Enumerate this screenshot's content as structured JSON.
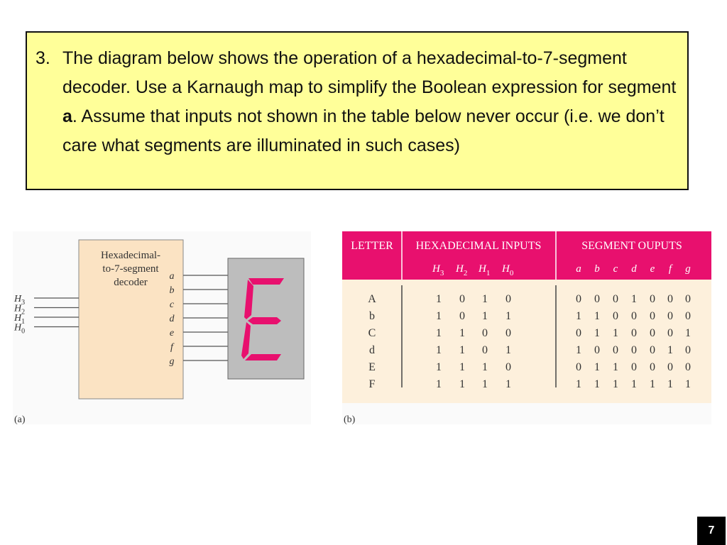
{
  "question": {
    "number": "3.",
    "text_before_bold": "The diagram below shows the operation of a hexadecimal-to-7-segment decoder. Use a Karnaugh map to simplify the Boolean expression for segment ",
    "bold_word": "a",
    "text_after_bold": ". Assume that inputs not shown in the table below never occur (i.e. we don’t care what segments are illuminated in such cases)"
  },
  "figure_a": {
    "decoder_label": [
      "Hexadecimal-",
      "to-7-segment",
      "decoder"
    ],
    "inputs": [
      {
        "letter": "H",
        "sub": "3"
      },
      {
        "letter": "H",
        "sub": "2"
      },
      {
        "letter": "H",
        "sub": "1"
      },
      {
        "letter": "H",
        "sub": "0"
      }
    ],
    "outputs": [
      "a",
      "b",
      "c",
      "d",
      "e",
      "f",
      "g"
    ],
    "display_letter": "E",
    "segment_color": "#e8106e",
    "caption": "(a)"
  },
  "figure_b": {
    "headers": {
      "letter": "LETTER",
      "inputs": "HEXADECIMAL INPUTS",
      "outputs": "SEGMENT OUPUTS"
    },
    "input_cols": [
      {
        "letter": "H",
        "sub": "3"
      },
      {
        "letter": "H",
        "sub": "2"
      },
      {
        "letter": "H",
        "sub": "1"
      },
      {
        "letter": "H",
        "sub": "0"
      }
    ],
    "output_cols": [
      "a",
      "b",
      "c",
      "d",
      "e",
      "f",
      "g"
    ],
    "rows": [
      {
        "letter": "A",
        "inputs": [
          "1",
          "0",
          "1",
          "0"
        ],
        "outputs": [
          "0",
          "0",
          "0",
          "1",
          "0",
          "0",
          "0"
        ]
      },
      {
        "letter": "b",
        "inputs": [
          "1",
          "0",
          "1",
          "1"
        ],
        "outputs": [
          "1",
          "1",
          "0",
          "0",
          "0",
          "0",
          "0"
        ]
      },
      {
        "letter": "C",
        "inputs": [
          "1",
          "1",
          "0",
          "0"
        ],
        "outputs": [
          "0",
          "1",
          "1",
          "0",
          "0",
          "0",
          "1"
        ]
      },
      {
        "letter": "d",
        "inputs": [
          "1",
          "1",
          "0",
          "1"
        ],
        "outputs": [
          "1",
          "0",
          "0",
          "0",
          "0",
          "1",
          "0"
        ]
      },
      {
        "letter": "E",
        "inputs": [
          "1",
          "1",
          "1",
          "0"
        ],
        "outputs": [
          "0",
          "1",
          "1",
          "0",
          "0",
          "0",
          "0"
        ]
      },
      {
        "letter": "F",
        "inputs": [
          "1",
          "1",
          "1",
          "1"
        ],
        "outputs": [
          "1",
          "1",
          "1",
          "1",
          "1",
          "1",
          "1"
        ]
      }
    ],
    "header_color": "#e8106e",
    "body_color": "#fdf0dc",
    "caption": "(b)"
  },
  "slide_number": "7"
}
